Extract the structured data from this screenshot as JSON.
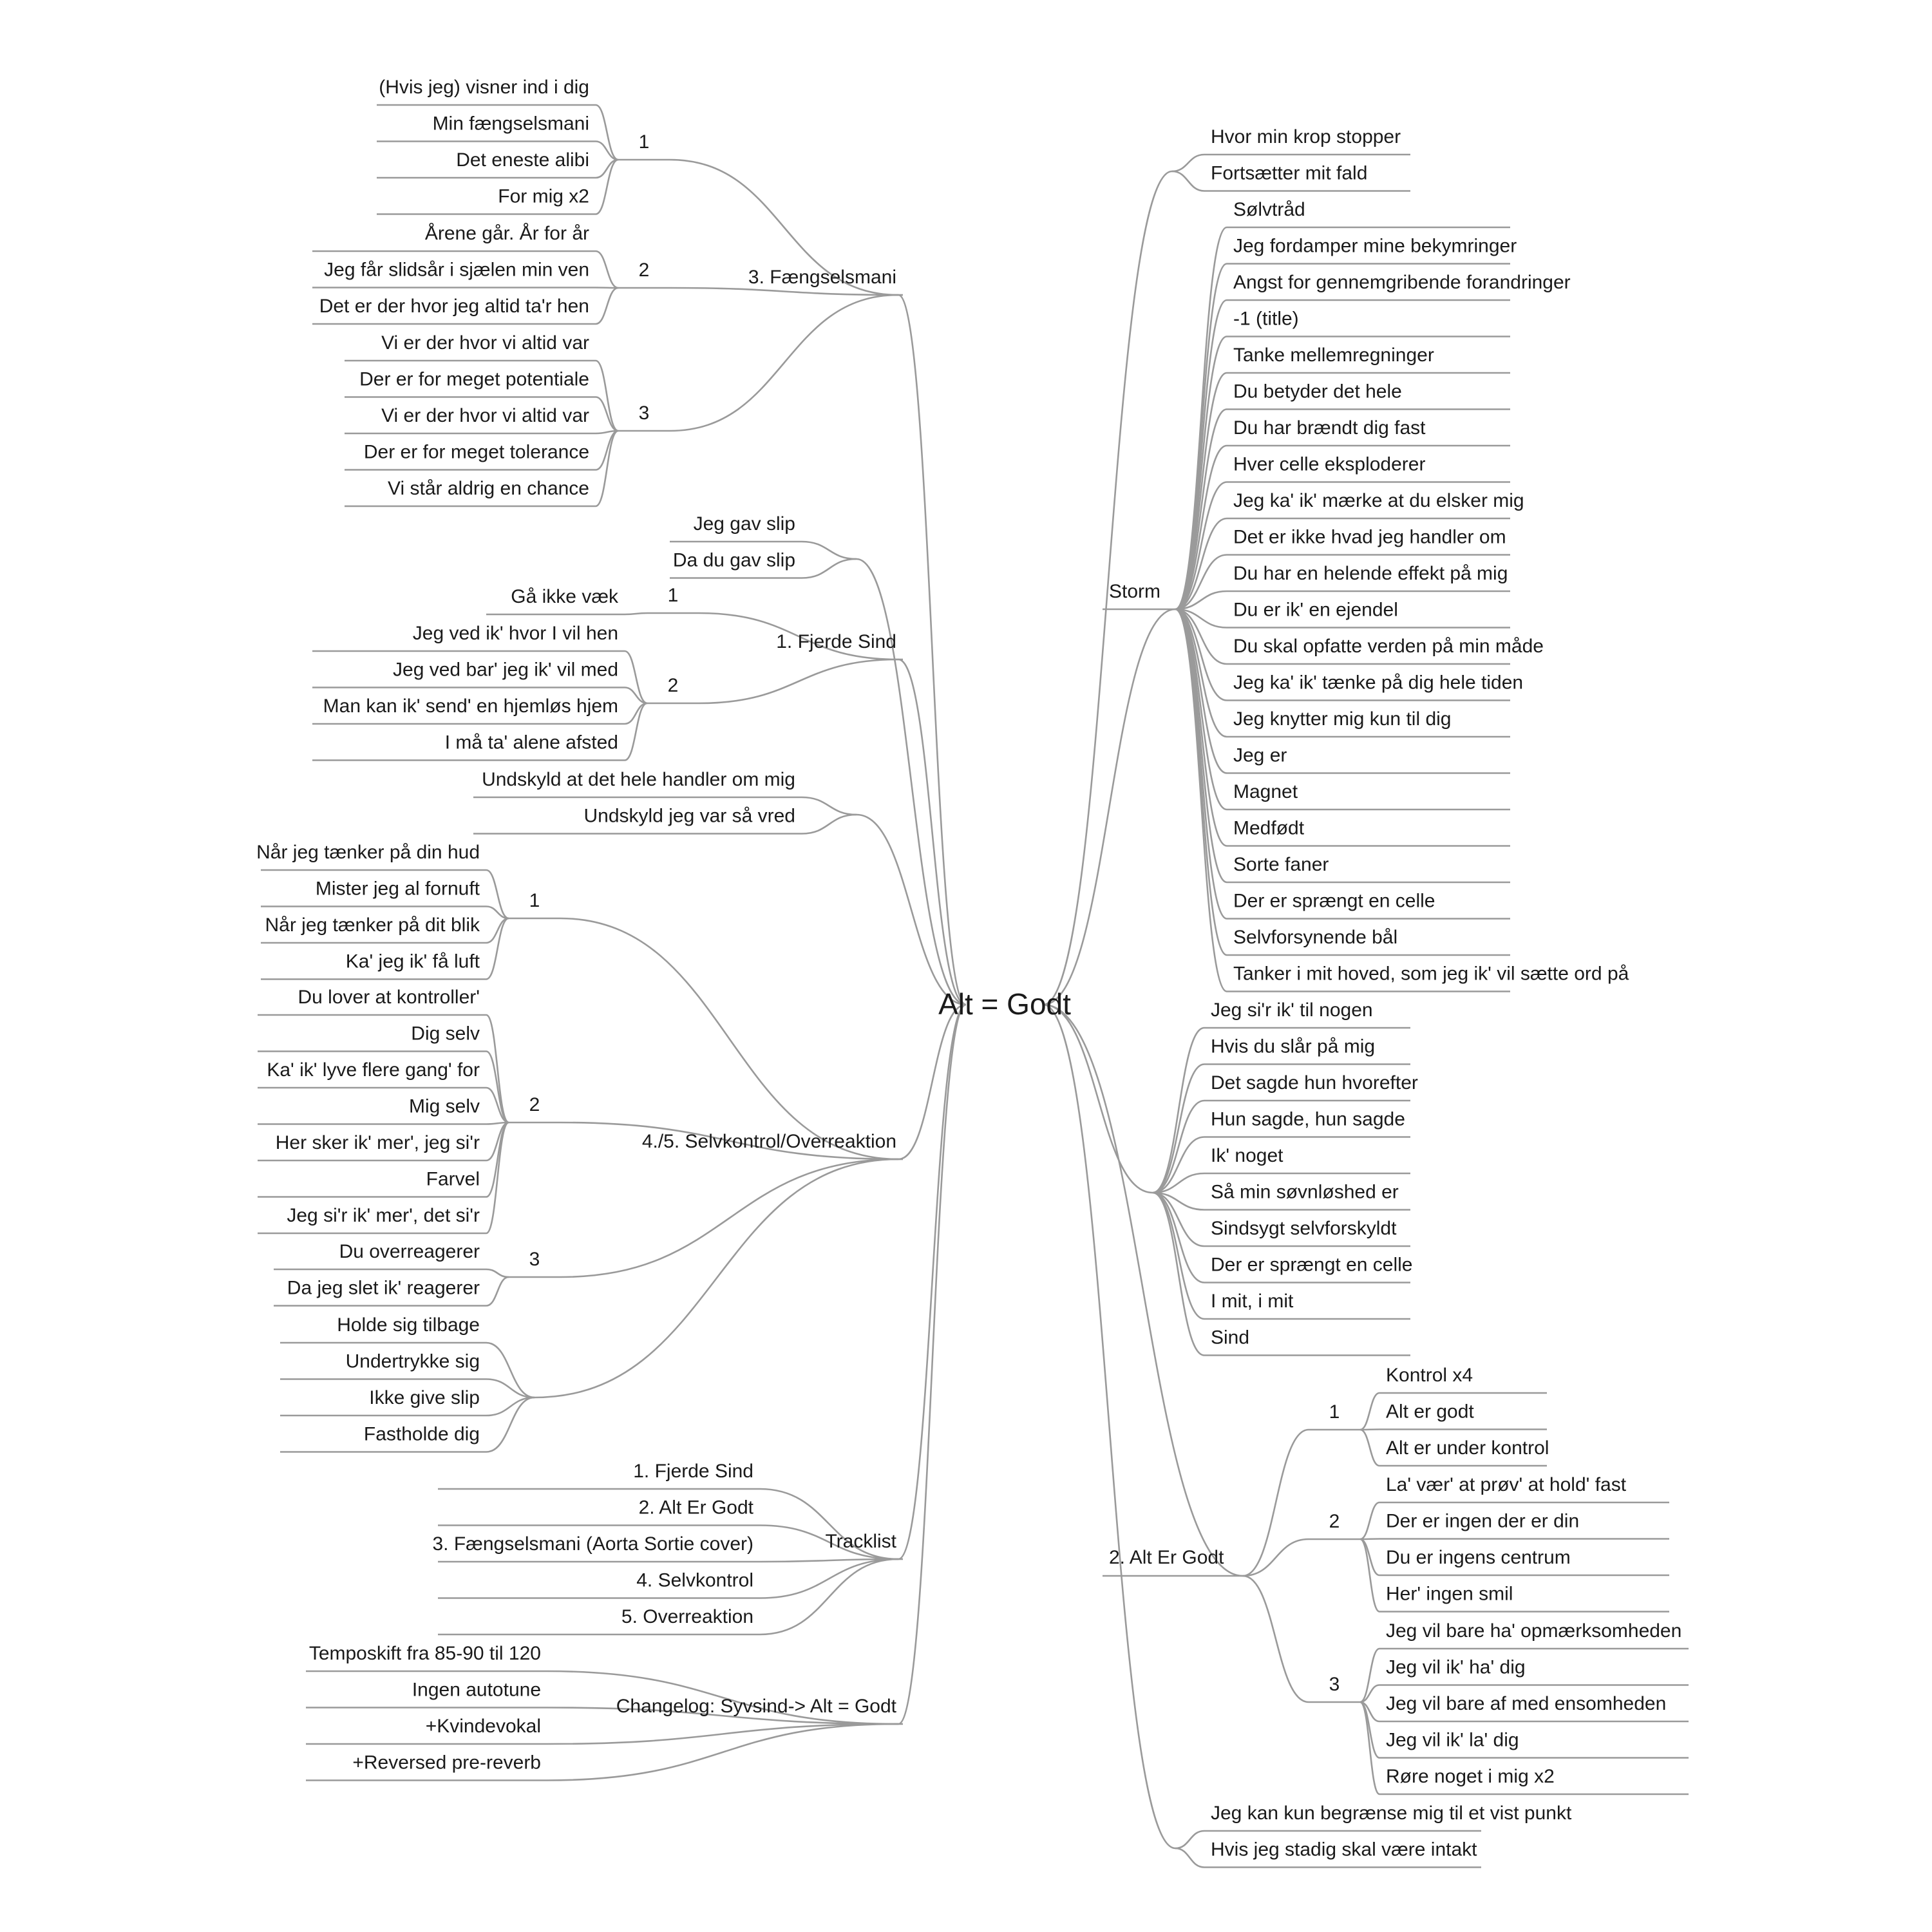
{
  "root": "Alt = Godt",
  "branches": [
    {
      "id": "r0",
      "children": [
        "Hvor min krop stopper",
        "Fortsætter mit fald"
      ]
    },
    {
      "id": "storm",
      "label": "Storm",
      "children": [
        "Sølvtråd",
        "Jeg fordamper mine bekymringer",
        "Angst for gennemgribende forandringer",
        "-1 (title)",
        "Tanke mellemregninger",
        "Du betyder det hele",
        "Du har brændt dig fast",
        "Hver celle eksploderer",
        "Jeg ka' ik' mærke at du elsker mig",
        "Det er ikke hvad jeg handler om",
        "Du har en helende effekt på mig",
        "Du er ik' en ejendel",
        "Du skal opfatte verden på min måde",
        "Jeg ka' ik' tænke på dig hele tiden",
        "Jeg knytter mig kun til dig",
        "Jeg er",
        "Magnet",
        "Medfødt",
        "Sorte faner",
        "Der er sprængt en celle",
        "Selvforsynende bål",
        "Tanker i mit hoved, som jeg ik' vil sætte ord på"
      ]
    },
    {
      "id": "r2",
      "children": [
        "Jeg si'r ik' til nogen",
        "Hvis du slår på mig",
        "Det sagde hun hvorefter",
        "Hun sagde, hun sagde",
        "Ik' noget",
        "Så min søvnløshed er",
        "Sindsygt selvforskyldt",
        "Der er sprængt en celle",
        "I mit, i mit",
        "Sind"
      ]
    },
    {
      "id": "altergodt",
      "label": "2. Alt Er Godt",
      "groups": [
        {
          "label": "1",
          "children": [
            "Kontrol x4",
            "Alt er godt",
            "Alt er under kontrol"
          ]
        },
        {
          "label": "2",
          "children": [
            "La' vær' at prøv' at hold' fast",
            "Der er ingen der er din",
            "Du er ingens centrum",
            "Her' ingen smil"
          ]
        },
        {
          "label": "3",
          "children": [
            "Jeg vil bare ha' opmærksomheden",
            "Jeg vil ik' ha' dig",
            "Jeg vil bare af med ensomheden",
            "Jeg vil ik' la' dig",
            "Røre noget i mig x2"
          ]
        }
      ]
    },
    {
      "id": "r4",
      "children": [
        "Jeg kan kun begrænse mig til et vist punkt",
        "Hvis jeg stadig skal være intakt"
      ]
    },
    {
      "id": "faengsel",
      "label": "3. Fængselsmani",
      "groups": [
        {
          "label": "1",
          "children": [
            "(Hvis jeg) visner ind i dig",
            "Min fængselsmani",
            "Det eneste alibi",
            "For mig x2"
          ]
        },
        {
          "label": "2",
          "children": [
            "Årene går. År for år",
            "Jeg får slidsår i sjælen min ven",
            "Det er der hvor jeg altid ta'r hen"
          ]
        },
        {
          "label": "3",
          "children": [
            "Vi er der hvor vi altid var",
            "Der er for meget potentiale",
            "Vi er der hvor vi altid var",
            "Der er for meget tolerance",
            "Vi står aldrig en chance"
          ]
        }
      ]
    },
    {
      "id": "l1",
      "children": [
        "Jeg gav slip",
        "Da du gav slip"
      ]
    },
    {
      "id": "fjerde",
      "label": "1. Fjerde Sind",
      "groups": [
        {
          "label": "1",
          "children": [
            "Gå ikke væk"
          ]
        },
        {
          "label": "2",
          "children": [
            "Jeg ved ik' hvor I vil hen",
            "Jeg ved bar' jeg ik' vil med",
            "Man kan ik' send' en hjemløs hjem",
            "I må ta' alene afsted"
          ]
        }
      ]
    },
    {
      "id": "l3",
      "children": [
        "Undskyld at det hele handler om mig",
        "Undskyld jeg var så vred"
      ]
    },
    {
      "id": "selv",
      "label": "4./5. Selvkontrol/Overreaktion",
      "groups": [
        {
          "label": "1",
          "children": [
            "Når jeg tænker på din hud",
            "Mister jeg al fornuft",
            "Når jeg tænker på dit blik",
            "Ka' jeg ik' få luft"
          ]
        },
        {
          "label": "2",
          "children": [
            "Du lover at kontroller'",
            "Dig selv",
            "Ka' ik' lyve flere gang' for",
            "Mig selv",
            "Her sker ik' mer', jeg si'r",
            "Farvel",
            "Jeg si'r ik' mer', det si'r"
          ]
        },
        {
          "label": "3",
          "children": [
            "Du overreagerer",
            "Da jeg slet ik' reagerer"
          ]
        },
        {
          "children": [
            "Holde sig tilbage",
            "Undertrykke sig",
            "Ikke give slip",
            "Fastholde dig"
          ]
        }
      ]
    },
    {
      "id": "tracklist",
      "label": "Tracklist",
      "children": [
        "1. Fjerde Sind",
        "2. Alt Er Godt",
        "3. Fængselsmani (Aorta Sortie cover)",
        "4. Selvkontrol",
        "5. Overreaktion"
      ]
    },
    {
      "id": "changelog",
      "label": "Changelog: Syvsind-> Alt = Godt",
      "children": [
        "Temposkift fra 85-90 til 120",
        "Ingen autotune",
        "+Kvindevokal",
        "+Reversed pre-reverb"
      ]
    }
  ]
}
